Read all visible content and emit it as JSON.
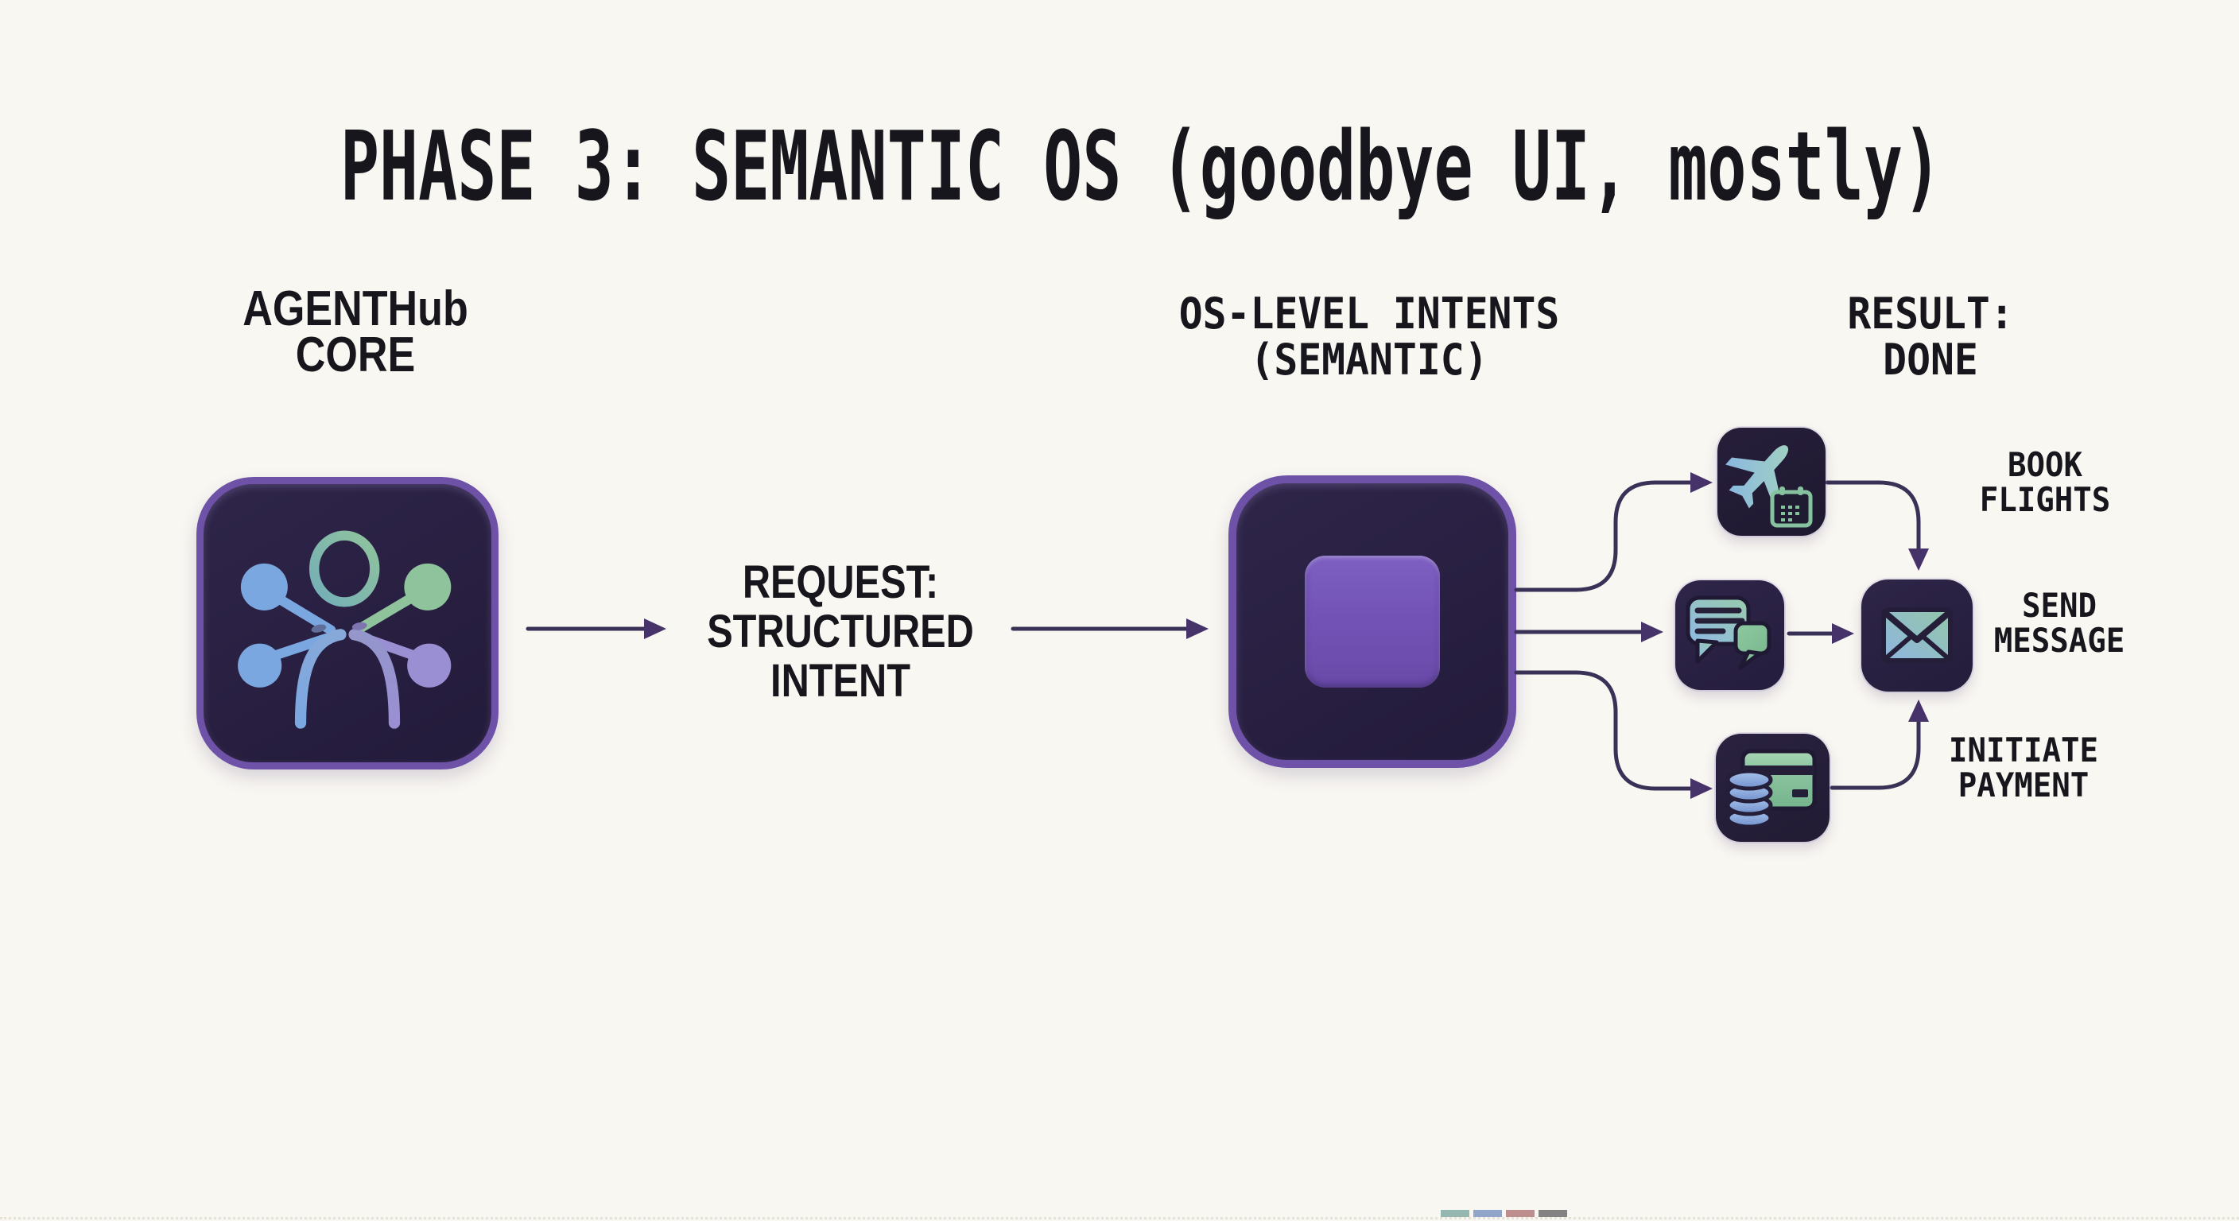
{
  "title": "PHASE 3: SEMANTIC OS (goodbye UI, mostly)",
  "colors": {
    "background": "#f9f7f2",
    "text": "#17161c",
    "tile_dark": "#281f3e",
    "tile_border_purple": "#6e52a8",
    "inner_square_purple": "#7353b6",
    "connector": "#3a3156",
    "arrowhead": "#46336a",
    "icon_blue": "#7ba7e0",
    "icon_green": "#8fc39c",
    "icon_purple": "#9a8fd2"
  },
  "agenthub": {
    "line1": "AGENTHub",
    "line2": "CORE",
    "icon": "agent-network-icon"
  },
  "request": {
    "line1": "REQUEST:",
    "line2": "STRUCTURED",
    "line3": "INTENT"
  },
  "os_intents": {
    "line1": "OS-LEVEL INTENTS",
    "line2": "(SEMANTIC)",
    "icon": "semantic-os-icon"
  },
  "result": {
    "line1": "RESULT:",
    "line2": "DONE"
  },
  "outputs": [
    {
      "label1": "BOOK",
      "label2": "FLIGHTS",
      "icon": "airplane-calendar-icon"
    },
    {
      "label1": "SEND",
      "label2": "MESSAGE",
      "icon": "chat-bubbles-icon"
    },
    {
      "label1": "INITIATE",
      "label2": "PAYMENT",
      "icon": "coins-card-icon"
    }
  ],
  "aggregator": {
    "icon": "envelope-icon"
  }
}
